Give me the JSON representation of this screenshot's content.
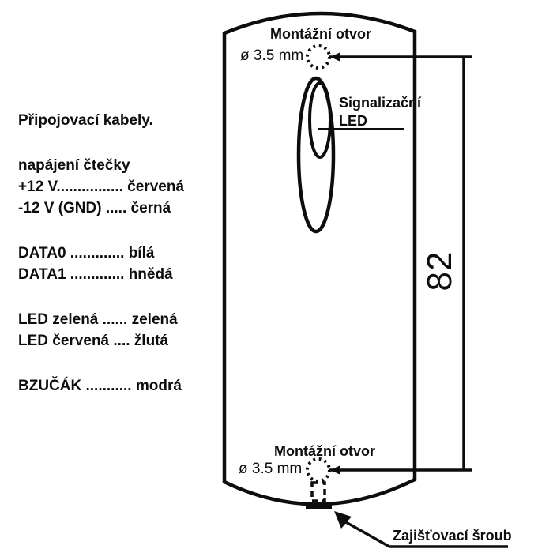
{
  "legend": {
    "title": "Připojovací kabely.",
    "lines": [
      "napájení čtečky",
      "+12 V................ červená",
      "-12 V (GND) ..... černá",
      "DATA0 ............. bílá",
      "DATA1 ............. hnědá",
      "LED zelená ...... zelená",
      "LED červená .... žlutá",
      "BZUČÁK ........... modrá"
    ]
  },
  "device": {
    "top_mounting_hole": {
      "label": "Montážní otvor",
      "diameter": "ø 3.5 mm"
    },
    "bottom_mounting_hole": {
      "label": "Montážní otvor",
      "diameter": "ø 3.5 mm"
    },
    "led": {
      "label_line1": "Signalizační",
      "label_line2": "LED"
    },
    "dimension_height": "82",
    "screw_label": "Zajišťovací šroub"
  },
  "colors": {
    "ink": "#0d0d0d",
    "background": "#ffffff"
  }
}
